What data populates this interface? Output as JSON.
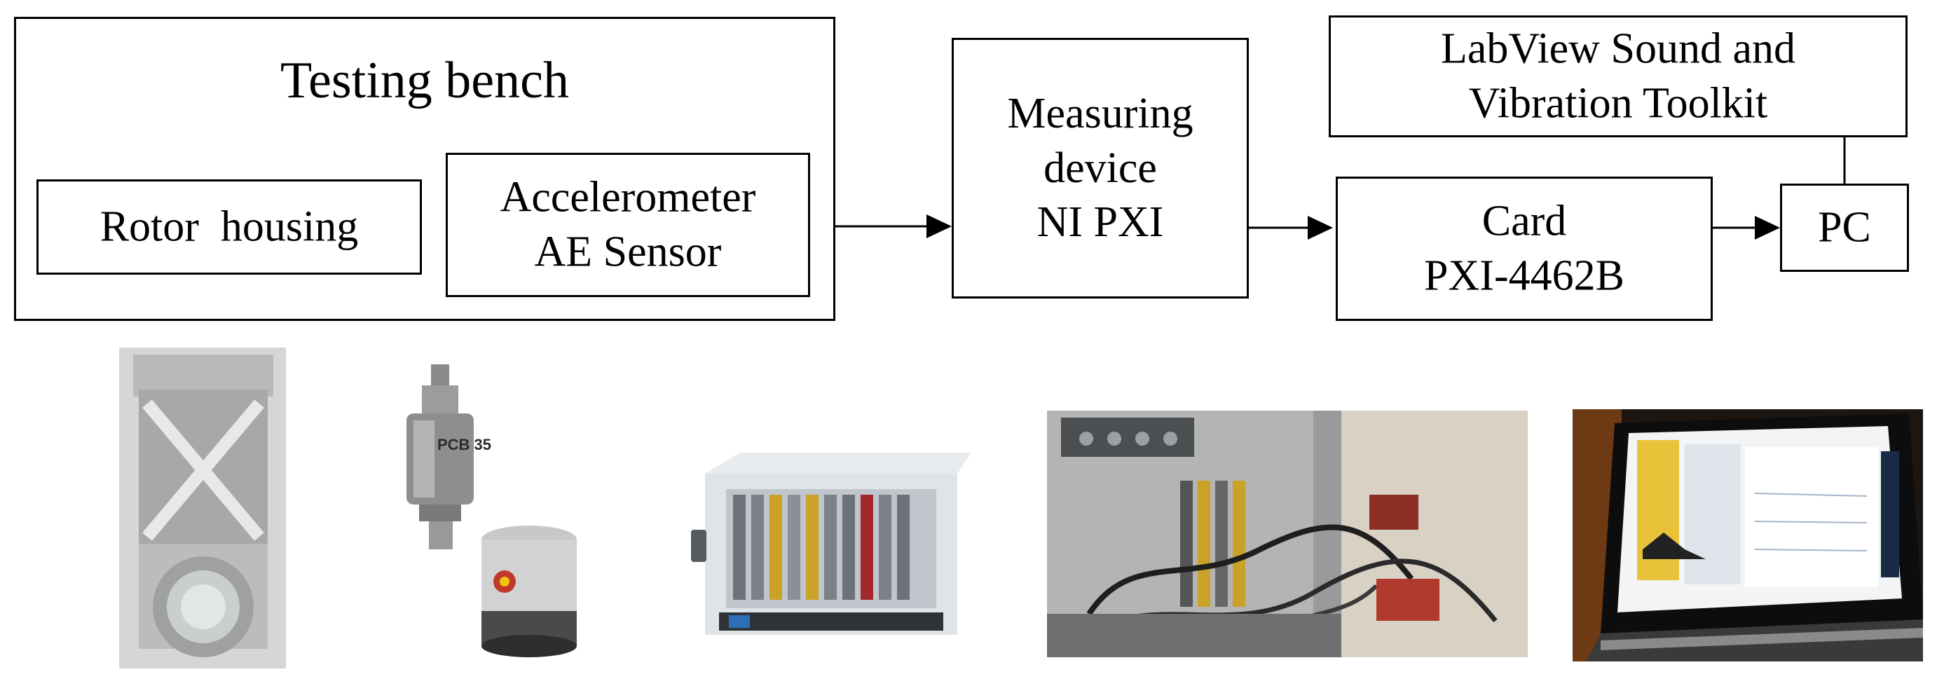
{
  "diagram": {
    "testing_bench": {
      "title": "Testing bench"
    },
    "rotor_housing": {
      "label": "Rotor  housing"
    },
    "sensor": {
      "line1": "Accelerometer",
      "line2": "AE Sensor"
    },
    "measuring_device": {
      "line1": "Measuring",
      "line2": "device",
      "line3": "NI PXI"
    },
    "card": {
      "line1": "Card",
      "line2": "PXI-4462B"
    },
    "software": {
      "line1": "LabView Sound and",
      "line2": "Vibration Toolkit"
    },
    "pc": {
      "label": "PC"
    },
    "photos": {
      "accelerometer_marking": "PCB 35"
    }
  }
}
